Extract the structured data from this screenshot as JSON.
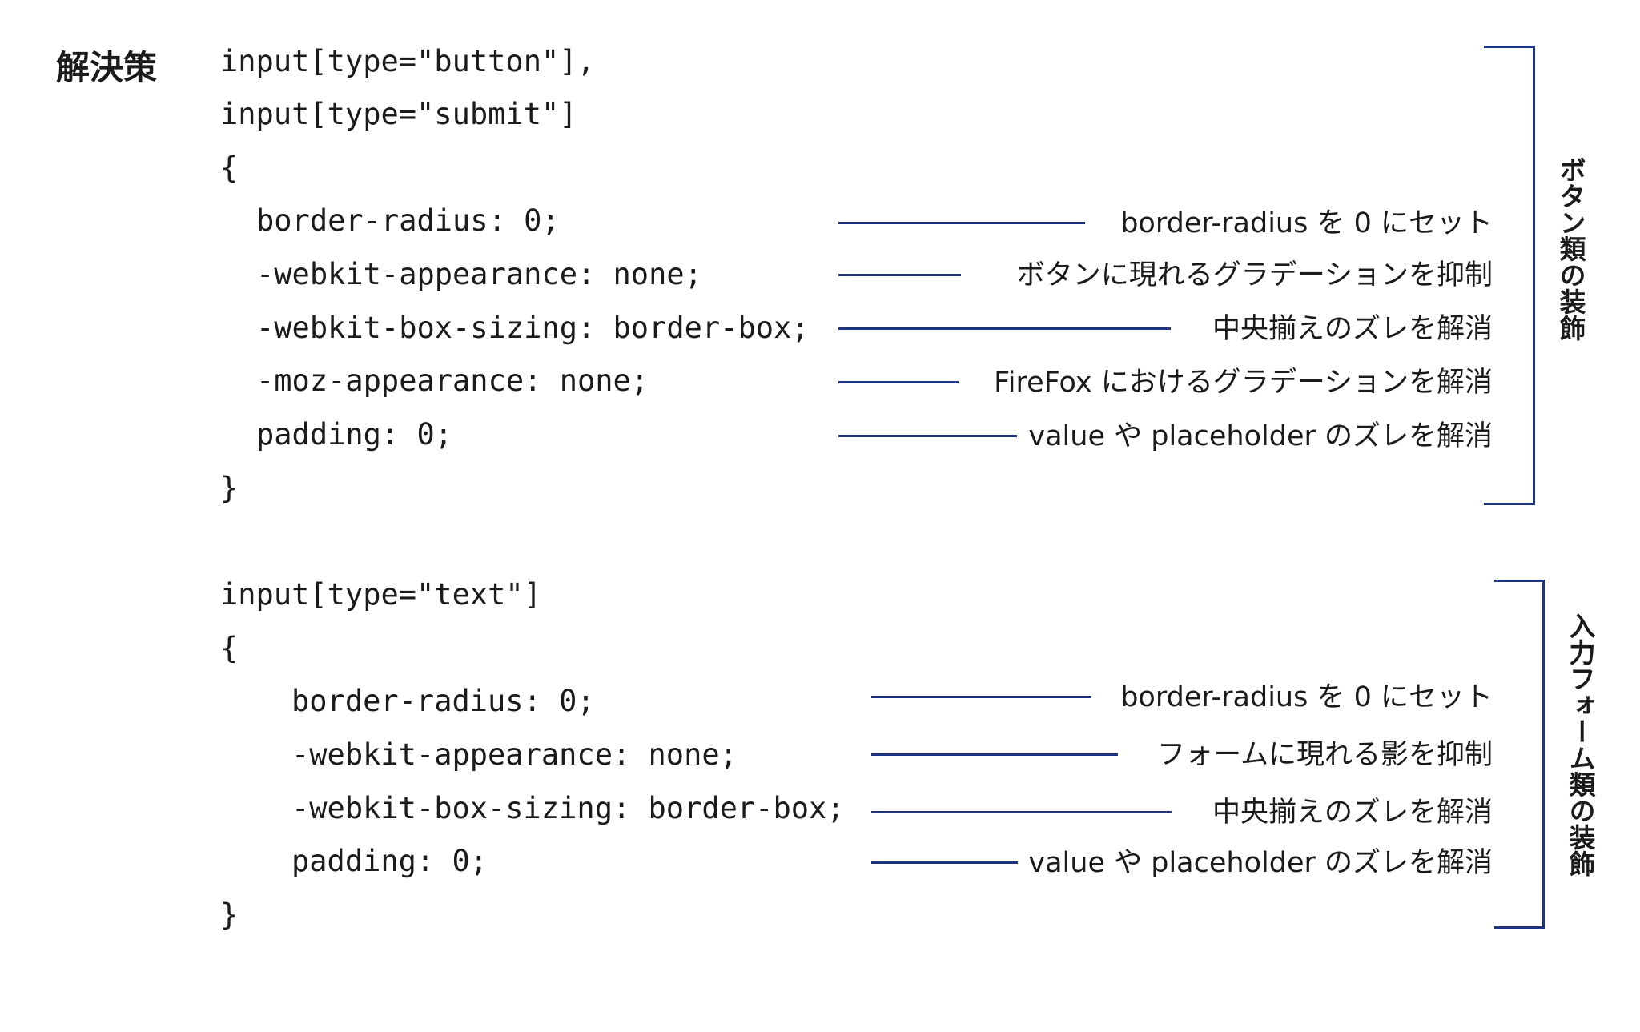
{
  "heading": "解決策",
  "block1": {
    "code_lines": [
      "input[type=\"button\"],",
      "input[type=\"submit\"]",
      "{",
      "border-radius: 0;",
      "-webkit-appearance: none;",
      "-webkit-box-sizing: border-box;",
      "-moz-appearance: none;",
      "padding: 0;",
      "}"
    ],
    "notes": [
      "border-radius を 0 にセット",
      "ボタンに現れるグラデーションを抑制",
      "中央揃えのズレを解消",
      "FireFox におけるグラデーションを解消",
      "value や placeholder のズレを解消"
    ],
    "bracket_label": "ボタン類の装飾"
  },
  "block2": {
    "code_lines": [
      "input[type=\"text\"]",
      "{",
      "border-radius: 0;",
      "-webkit-appearance: none;",
      "-webkit-box-sizing: border-box;",
      "padding: 0;",
      "}"
    ],
    "notes": [
      "border-radius を 0 にセット",
      "フォームに現れる影を抑制",
      "中央揃えのズレを解消",
      "value や placeholder のズレを解消"
    ],
    "bracket_label": "入力フォーム類の装飾"
  },
  "colors": {
    "accent": "#1f3380",
    "text": "#1b1b1b"
  }
}
